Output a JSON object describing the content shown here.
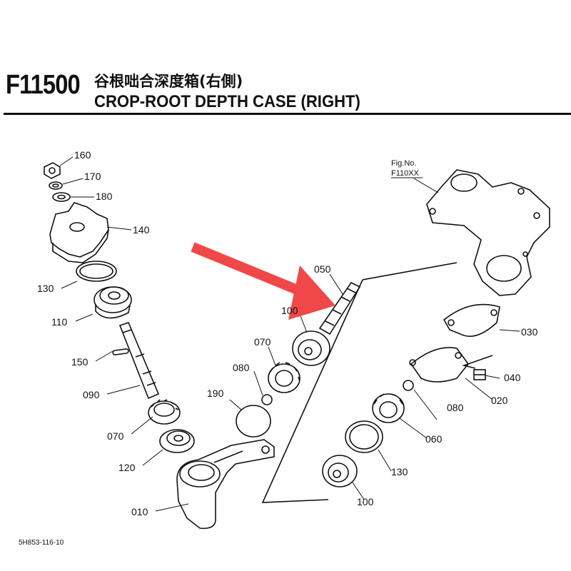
{
  "header": {
    "code": "F11500",
    "title_jp": "谷根咄合深度箱(右側)",
    "title_en": "CROP-ROOT DEPTH CASE (RIGHT)"
  },
  "callouts": {
    "c160": "160",
    "c170": "170",
    "c180": "180",
    "c140": "140",
    "c130a": "130",
    "c110": "110",
    "c150": "150",
    "c090": "090",
    "c070a": "070",
    "c120": "120",
    "c010": "010",
    "c190": "190",
    "c080a": "080",
    "c070b": "070",
    "c100a": "100",
    "c050": "050",
    "c030": "030",
    "c040": "040",
    "c020": "020",
    "c080b": "080",
    "c060": "060",
    "c130b": "130",
    "c100b": "100"
  },
  "fig_ref": {
    "line1": "Fig.No.",
    "line2": "F110XX"
  },
  "footer": {
    "code": "5H853-116-10"
  },
  "colors": {
    "ink": "#111111",
    "arrow": "#f04848"
  }
}
